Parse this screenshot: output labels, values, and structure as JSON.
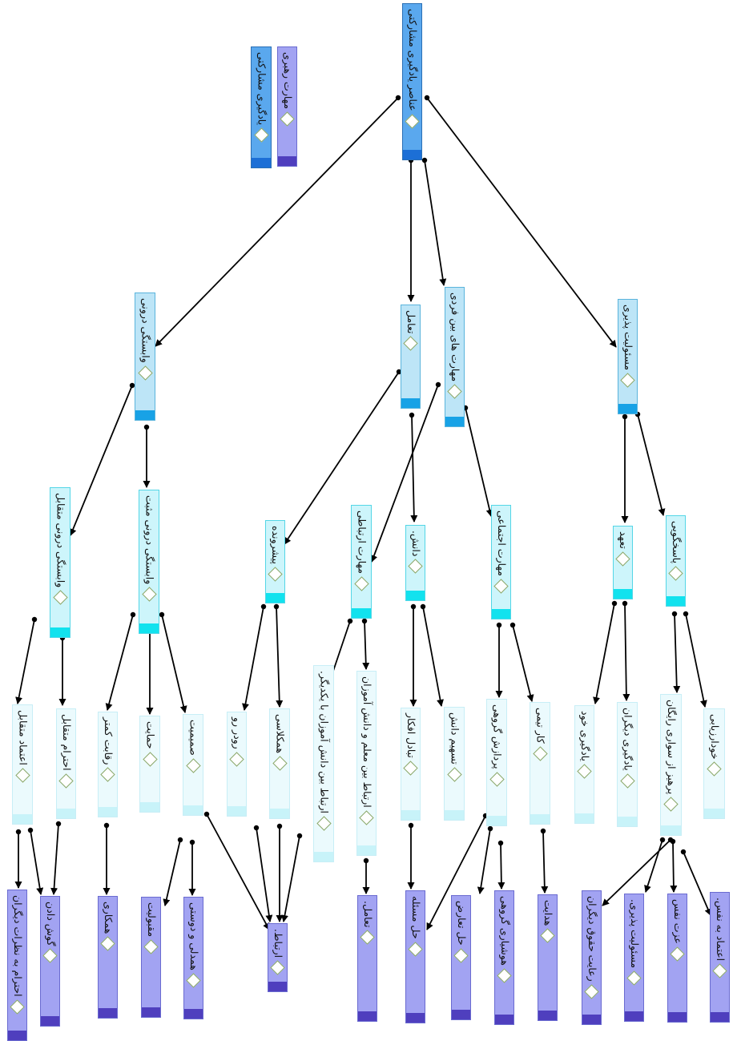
{
  "legend": {
    "items": [
      {
        "label": "یادگیری مشارکتی",
        "color": "#5aa8ee"
      },
      {
        "label": "مهارت رهبری",
        "color": "#a2a3f2"
      }
    ]
  },
  "nodes": {
    "root": "عناصر یادگیری مشارکتی",
    "vabastegi": "وابستگی درونی",
    "taamol": "تعامل",
    "mahareth_beinfardi": "مهارت های بین فردی",
    "masouliat": "مسئولیت پذیری",
    "vab_moteghabel": "وابستگی درونی متقابل",
    "vab_mosbat": "وابستگی درونی مثبت",
    "pishravande": "پیشرونده",
    "mahareth_ertebati": "مهارت ارتباطی",
    "danesh": "دانش.",
    "mahareth_ejtemai": "مهارت اجتماعی",
    "taahod": "تعهد",
    "pasokhgooyi": "پاسخگویی",
    "etemad_moteghabel": "اعتماد متقابل",
    "ehteram_moteghabel": "احترام متقابل",
    "reghabat_kamtar": "رقابت کمتر",
    "hemayat": "حمایت",
    "samimiat": "صمیمیت",
    "roo_dar_roo": "رودر رو",
    "hamkelasi": "همکلاسی",
    "ertebat_daneshamoozan": "ارتباط بین دانش آموزان با یکدیگر.",
    "ertebat_moalem": "ارتباط بین معلم و دانش آموزان",
    "tabadol_afkar": "تبادل افکار",
    "tashim_danesh": "تسهیم دانش",
    "pardazesh_gorouhi": "پردازش گروهی",
    "kar_timi": "کار تیمی",
    "yadgiri_khod": "یادگیری خود",
    "yadgiri_digaran": "یادگیری دیگران",
    "parhiz_savari": "پرهیز از سواری رایگان",
    "khodarzyabi": "خودارزیابی",
    "ehteram_nazarat": "احترام به نظرات دیگران",
    "goosh_dadan": "گوش دادن",
    "hamkari": "همکاری",
    "maghbooliat": "مقبولیت",
    "hamdeli": "همدلی و دوستی",
    "ertebat": "ارتباط.",
    "taamol_leaf": "تعامل.",
    "hal_masale": "حل مسئله",
    "hal_taaroz": "حل تعارض",
    "hooshyari": "هوشیاری گروهی",
    "hedayat": "هدایت",
    "reayat_hoghoogh": "رعایت حقوق دیگران",
    "masouliat_leaf": "مسئولیت پذیری.",
    "ezzat_nafs": "عزت نفس",
    "etemad_nafs": "اعتماد به نفس."
  }
}
